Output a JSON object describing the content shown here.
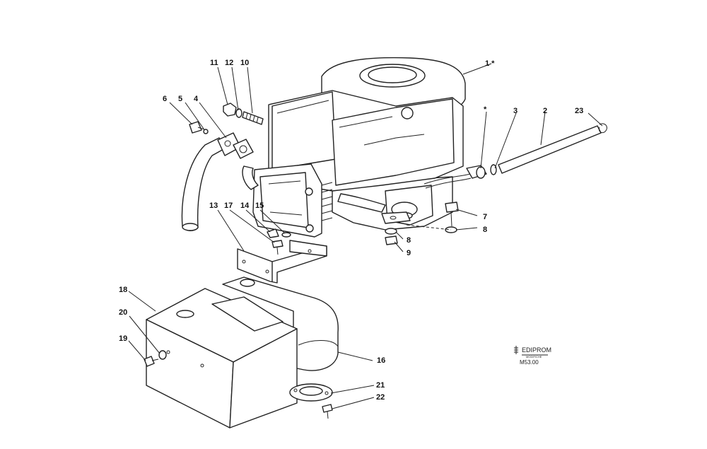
{
  "callouts": {
    "c1": "1 *",
    "c_star": "*",
    "c2": "2",
    "c3": "3",
    "c4": "4",
    "c5": "5",
    "c6": "6",
    "c7": "7",
    "c8a": "8",
    "c8b": "8",
    "c9": "9",
    "c10": "10",
    "c11": "11",
    "c12": "12",
    "c13": "13",
    "c14": "14",
    "c15": "15",
    "c16": "16",
    "c17": "17",
    "c18": "18",
    "c19": "19",
    "c20": "20",
    "c21": "21",
    "c22": "22",
    "c23": "23"
  },
  "logo": {
    "name": "EDIPROM",
    "subtitle": "MODIFICHE"
  },
  "drawing_code": "M53.00"
}
